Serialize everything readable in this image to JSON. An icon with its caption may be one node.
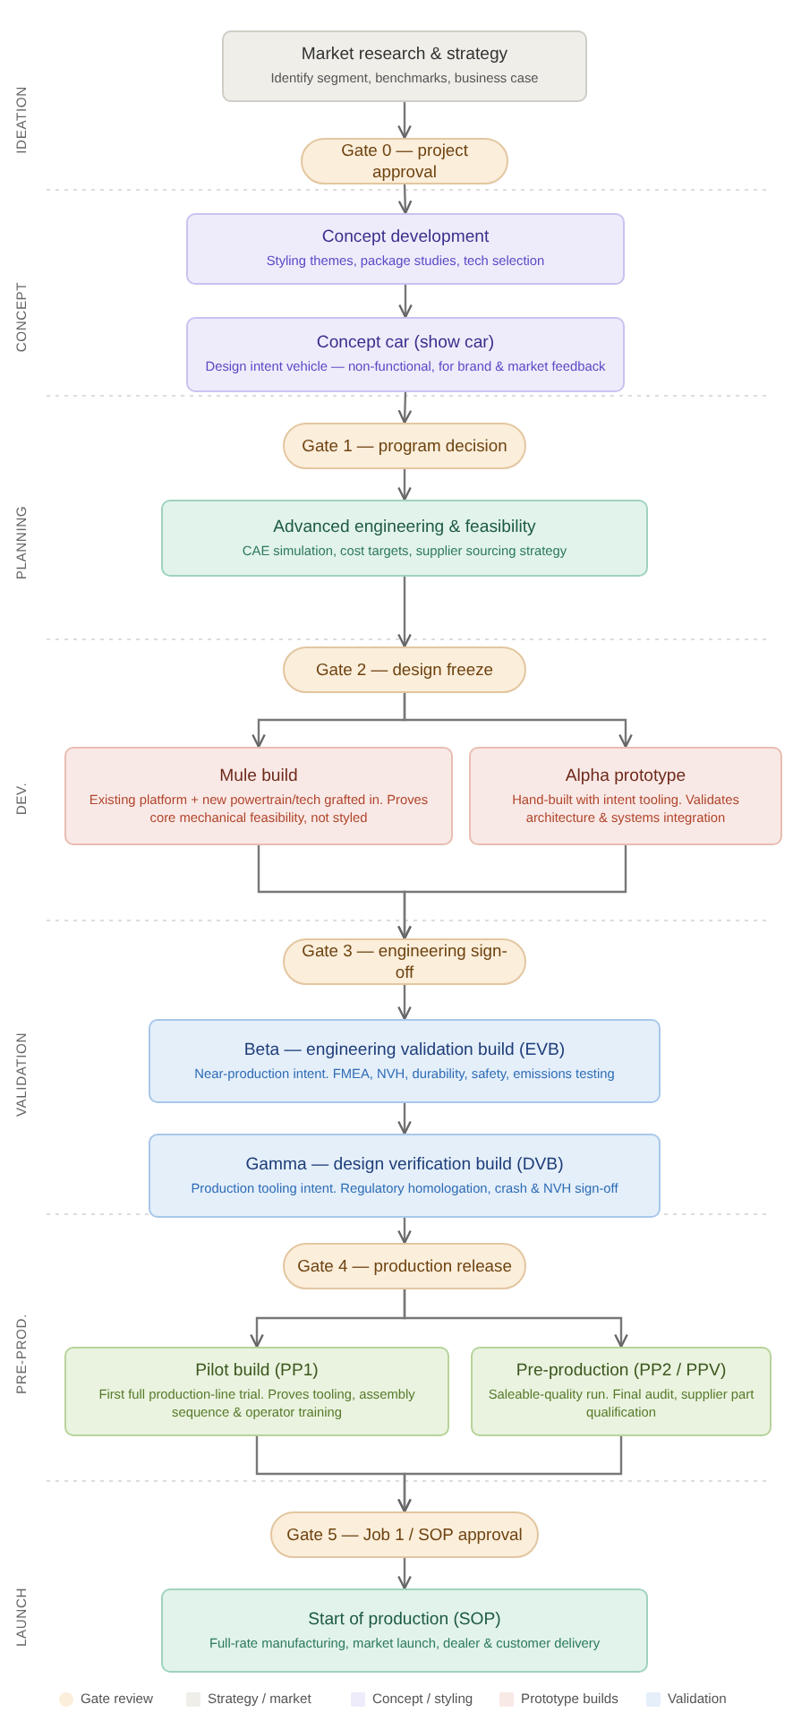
{
  "diagram": {
    "nodes": [
      {
        "text": [
          "Market research & strategy",
          "Identify segment, benchmarks, business case"
        ]
      },
      {
        "text": [
          "Gate 0 — project approval"
        ]
      },
      {
        "text": [
          "Concept development",
          "Styling themes, package studies, tech selection"
        ]
      },
      {
        "text": [
          "Concept car (show car)",
          "Design intent vehicle — non-functional, for brand & market feedback"
        ]
      },
      {
        "text": [
          "Gate 1 — program decision"
        ]
      },
      {
        "text": [
          "Advanced engineering & feasibility",
          "CAE simulation, cost targets, supplier sourcing strategy"
        ]
      },
      {
        "text": [
          "Gate 2 — design freeze"
        ]
      },
      {
        "text": [
          "Mule build",
          "Existing platform + new powertrain/tech grafted in. Proves core mechanical feasibility, not styled"
        ]
      },
      {
        "text": [
          "Alpha prototype",
          "Hand-built with intent tooling. Validates architecture & systems integration"
        ]
      },
      {
        "text": [
          "Gate 3 — engineering sign-off"
        ]
      },
      {
        "text": [
          "Beta — engineering validation build (EVB)",
          "Near-production intent. FMEA, NVH, durability, safety, emissions testing"
        ]
      },
      {
        "text": [
          "Gamma — design verification build (DVB)",
          "Production tooling intent. Regulatory homologation, crash & NVH sign-off"
        ]
      },
      {
        "text": [
          "Gate 4 — production release"
        ]
      },
      {
        "text": [
          "Pilot build (PP1)",
          "First full production-line trial. Proves tooling, assembly sequence & operator training"
        ]
      },
      {
        "text": [
          "Pre-production (PP2 / PPV)",
          "Saleable-quality run. Final audit, supplier part qualification"
        ]
      },
      {
        "text": [
          "Gate 5 — Job 1 / SOP approval"
        ]
      },
      {
        "text": [
          "Start of production (SOP)",
          "Full-rate manufacturing, market launch, dealer & customer delivery"
        ]
      }
    ],
    "edges": [
      {
        "from": 0,
        "to": 1,
        "arrow": "to"
      },
      {
        "from": 1,
        "to": 2,
        "arrow": "to"
      },
      {
        "from": 2,
        "to": 3,
        "arrow": "to"
      },
      {
        "from": 3,
        "to": 4,
        "arrow": "to"
      },
      {
        "from": 4,
        "to": 5,
        "arrow": "to"
      },
      {
        "from": 5,
        "to": 6,
        "arrow": "to"
      },
      {
        "from": 6,
        "to": 7,
        "arrow": "to"
      },
      {
        "from": 6,
        "to": 8,
        "arrow": "to"
      },
      {
        "from": 7,
        "to": 9,
        "arrow": "to"
      },
      {
        "from": 8,
        "to": 9,
        "arrow": "to"
      },
      {
        "from": 9,
        "to": 10,
        "arrow": "to"
      },
      {
        "from": 10,
        "to": 11,
        "arrow": "to"
      },
      {
        "from": 11,
        "to": 12,
        "arrow": "to"
      },
      {
        "from": 12,
        "to": 13,
        "arrow": "to"
      },
      {
        "from": 12,
        "to": 14,
        "arrow": "to"
      },
      {
        "from": 13,
        "to": 15,
        "arrow": "to"
      },
      {
        "from": 14,
        "to": 15,
        "arrow": "to"
      },
      {
        "from": 15,
        "to": 16,
        "arrow": "to"
      }
    ],
    "labels": [
      "IDEATION",
      "CONCEPT",
      "PLANNING",
      "DEV.",
      "VALIDATION",
      "PRE-PROD.",
      "LAUNCH"
    ],
    "legend": [
      {
        "text": "Gate review",
        "color": "#fbeedb"
      },
      {
        "text": "Strategy / market",
        "color": "#efeee9"
      },
      {
        "text": "Concept / styling",
        "color": "#eeecfb"
      },
      {
        "text": "Prototype builds",
        "color": "#f9e9e6"
      },
      {
        "text": "Validation",
        "color": "#e4effa"
      }
    ]
  }
}
